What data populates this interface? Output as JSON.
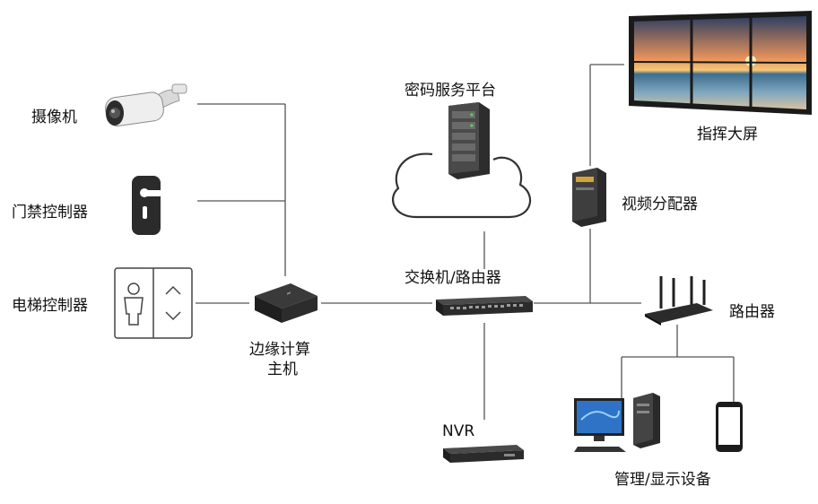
{
  "diagram": {
    "nodes": {
      "camera": {
        "label": "摄像机",
        "icon": "camera-icon"
      },
      "access_control": {
        "label": "门禁控制器",
        "icon": "door-lock-icon"
      },
      "elevator_control": {
        "label": "电梯控制器",
        "icon": "elevator-panel-icon"
      },
      "edge_host": {
        "label_line1": "边缘计算",
        "label_line2": "主机",
        "icon": "mini-pc-icon"
      },
      "crypto_platform": {
        "label": "密码服务平台",
        "icon": "server-cloud-icon"
      },
      "switch_router": {
        "label": "交换机/路由器",
        "icon": "network-switch-icon"
      },
      "nvr": {
        "label": "NVR",
        "icon": "nvr-icon"
      },
      "video_wall": {
        "label": "指挥大屏",
        "icon": "video-wall-icon"
      },
      "video_distributor": {
        "label": "视频分配器",
        "icon": "distributor-icon"
      },
      "router": {
        "label": "路由器",
        "icon": "wifi-router-icon"
      },
      "management_display": {
        "label": "管理/显示设备",
        "icon": "desktop-phone-icon"
      }
    },
    "colors": {
      "line": "#555555",
      "device_dark": "#2a2a2a",
      "text": "#111111"
    }
  }
}
